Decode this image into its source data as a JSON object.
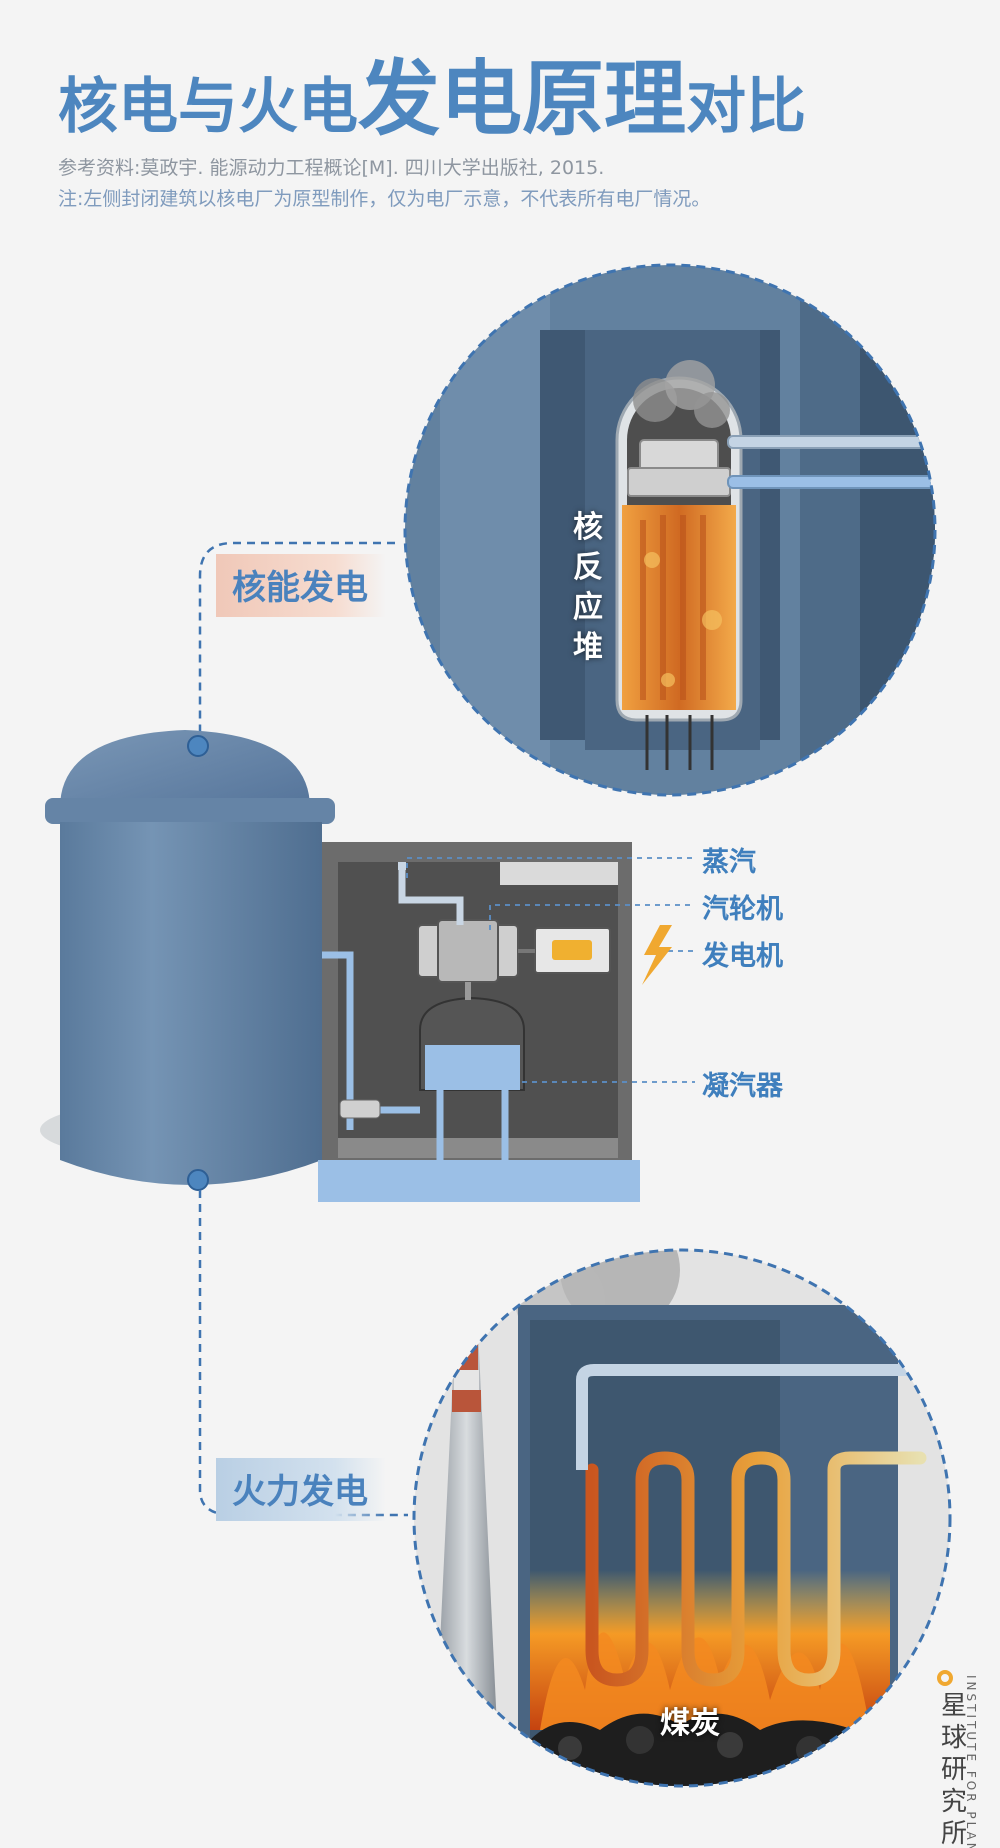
{
  "header": {
    "title_part1": "核电与火电",
    "title_part2": "发电原理",
    "title_part3": "对比",
    "reference": "参考资料:莫政宇. 能源动力工程概论[M]. 四川大学出版社, 2015.",
    "note": "注:左侧封闭建筑以核电厂为原型制作，仅为电厂示意，不代表所有电厂情况。"
  },
  "callouts": {
    "nuclear": "核能发电",
    "thermal": "火力发电"
  },
  "components": {
    "steam": "蒸汽",
    "turbine": "汽轮机",
    "generator": "发电机",
    "condenser": "凝汽器"
  },
  "nuclear_detail": {
    "reactor_label": [
      "核",
      "反",
      "应",
      "堆"
    ]
  },
  "thermal_detail": {
    "coal_label": "煤炭"
  },
  "logo": {
    "name_chars": [
      "星",
      "球",
      "研",
      "究",
      "所"
    ],
    "english": "INSTITUTE FOR PLANETS"
  },
  "colors": {
    "accent_blue": "#4d86bf",
    "building_blue": "#6483a5",
    "water_blue": "#9bbfe6",
    "reactor_orange": "#e0782a",
    "lightning": "#f0a830"
  },
  "icons": {
    "lightning": "lightning-bolt-icon",
    "logo": "planet-ring-icon"
  }
}
